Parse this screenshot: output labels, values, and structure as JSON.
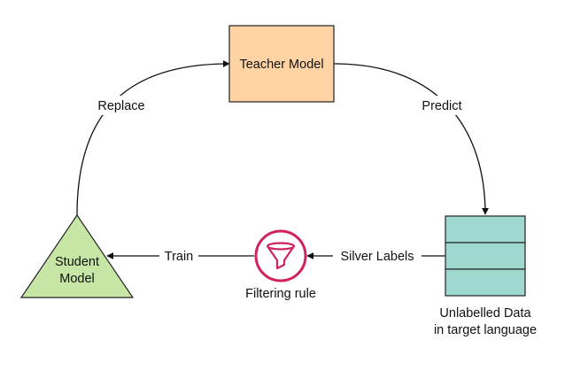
{
  "nodes": {
    "teacher": {
      "label": "Teacher Model",
      "fill": "#FFD3A3",
      "stroke": "#222222"
    },
    "student": {
      "label_line1": "Student",
      "label_line2": "Model",
      "fill": "#C7E6A6",
      "stroke": "#222222"
    },
    "data_store": {
      "caption_line1": "Unlabelled Data",
      "caption_line2": "in target language",
      "fill": "#9ED8CE",
      "stroke": "#222222"
    },
    "filter": {
      "label": "Filtering rule",
      "icon": "funnel-icon",
      "color": "#D0245E"
    }
  },
  "edges": {
    "replace": "Replace",
    "predict": "Predict",
    "train": "Train",
    "silver": "Silver Labels"
  }
}
